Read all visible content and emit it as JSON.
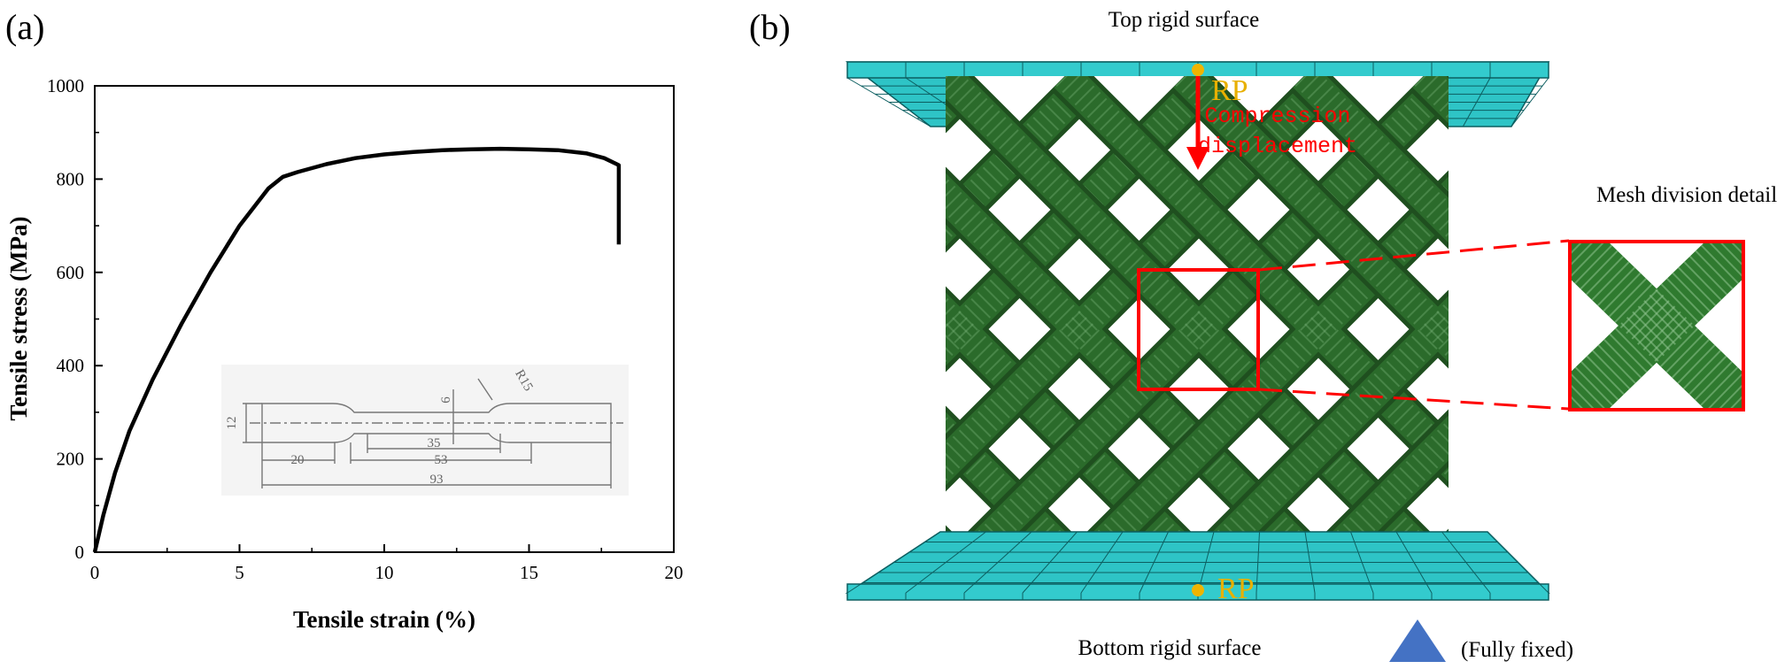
{
  "panel_a": {
    "label": "(a)",
    "inset": {
      "dims": [
        "12",
        "6",
        "R15",
        "35",
        "53",
        "20",
        "93"
      ]
    }
  },
  "panel_b": {
    "label": "(b)",
    "top_label": "Top rigid surface",
    "bottom_label": "Bottom rigid surface",
    "rp_label": "RP",
    "compression_line1": "Compression",
    "compression_line2": "displacement",
    "mesh_label": "Mesh division details",
    "fixed_label": "(Fully fixed)",
    "colors": {
      "plate": "#2ec4c6",
      "lattice": "#2b6b2b",
      "highlight": "#ff0000",
      "rp": "#f0b400",
      "fixed": "#4472c4"
    }
  },
  "chart_data": {
    "type": "line",
    "title": "",
    "xlabel": "Tensile strain (%)",
    "ylabel": "Tensile stress (MPa)",
    "xlim": [
      0,
      20
    ],
    "ylim": [
      0,
      1000
    ],
    "xticks": [
      0,
      5,
      10,
      15,
      20
    ],
    "yticks": [
      0,
      200,
      400,
      600,
      800,
      1000
    ],
    "x": [
      0,
      0.3,
      0.7,
      1.2,
      2,
      3,
      4,
      5,
      6,
      6.5,
      7,
      8,
      9,
      10,
      11,
      12,
      13,
      14,
      15,
      16,
      17,
      17.6,
      18.1,
      18.1
    ],
    "y": [
      0,
      80,
      170,
      260,
      370,
      490,
      600,
      700,
      780,
      805,
      815,
      832,
      845,
      853,
      858,
      862,
      864,
      865,
      864,
      862,
      855,
      845,
      830,
      660
    ],
    "grid": false
  }
}
